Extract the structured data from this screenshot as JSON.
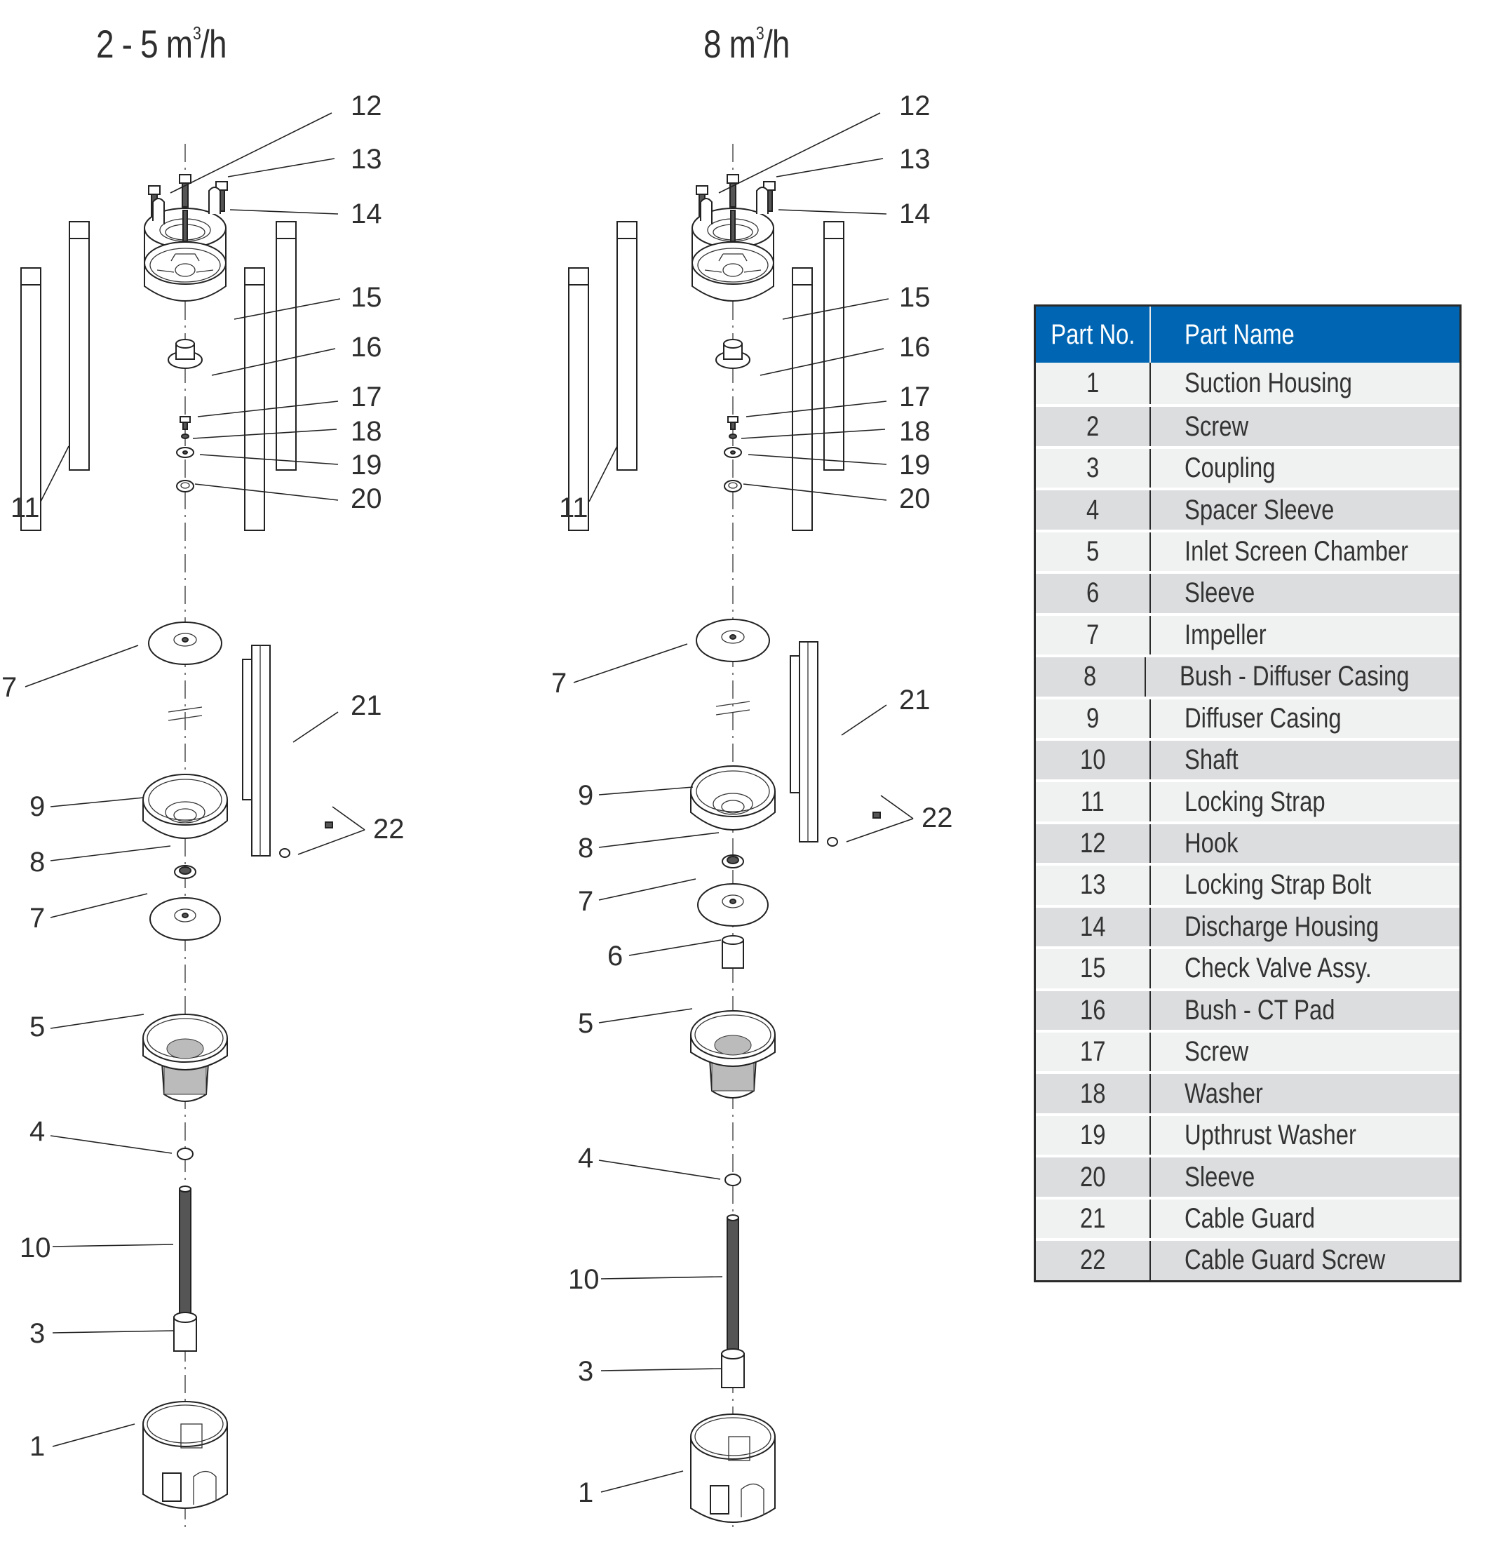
{
  "diagrams": [
    {
      "id": "left",
      "title": {
        "prefix": "2 - 5 m",
        "sup": "3",
        "suffix": "/h"
      },
      "callouts": [
        "12",
        "13",
        "14",
        "15",
        "16",
        "17",
        "18",
        "19",
        "20",
        "11",
        "7",
        "21",
        "9",
        "22",
        "8",
        "7",
        "5",
        "4",
        "10",
        "3",
        "1"
      ]
    },
    {
      "id": "right",
      "title": {
        "prefix": "8 m",
        "sup": "3",
        "suffix": "/h"
      },
      "callouts": [
        "12",
        "13",
        "14",
        "15",
        "16",
        "17",
        "18",
        "19",
        "20",
        "11",
        "7",
        "21",
        "9",
        "22",
        "8",
        "7",
        "6",
        "5",
        "4",
        "10",
        "3",
        "1"
      ]
    }
  ],
  "parts_table": {
    "header": {
      "part_no": "Part No.",
      "part_name": "Part Name"
    },
    "header_color": "#0066b3",
    "rows": [
      {
        "no": "1",
        "name": "Suction Housing"
      },
      {
        "no": "2",
        "name": "Screw"
      },
      {
        "no": "3",
        "name": "Coupling"
      },
      {
        "no": "4",
        "name": "Spacer Sleeve"
      },
      {
        "no": "5",
        "name": "Inlet Screen Chamber"
      },
      {
        "no": "6",
        "name": "Sleeve"
      },
      {
        "no": "7",
        "name": "Impeller"
      },
      {
        "no": "8",
        "name": "Bush - Diffuser Casing"
      },
      {
        "no": "9",
        "name": "Diffuser Casing"
      },
      {
        "no": "10",
        "name": "Shaft"
      },
      {
        "no": "11",
        "name": "Locking Strap"
      },
      {
        "no": "12",
        "name": "Hook"
      },
      {
        "no": "13",
        "name": "Locking Strap Bolt"
      },
      {
        "no": "14",
        "name": "Discharge Housing"
      },
      {
        "no": "15",
        "name": "Check Valve Assy."
      },
      {
        "no": "16",
        "name": "Bush - CT Pad"
      },
      {
        "no": "17",
        "name": "Screw"
      },
      {
        "no": "18",
        "name": "Washer"
      },
      {
        "no": "19",
        "name": "Upthrust Washer"
      },
      {
        "no": "20",
        "name": "Sleeve"
      },
      {
        "no": "21",
        "name": "Cable Guard"
      },
      {
        "no": "22",
        "name": "Cable Guard Screw"
      }
    ]
  }
}
